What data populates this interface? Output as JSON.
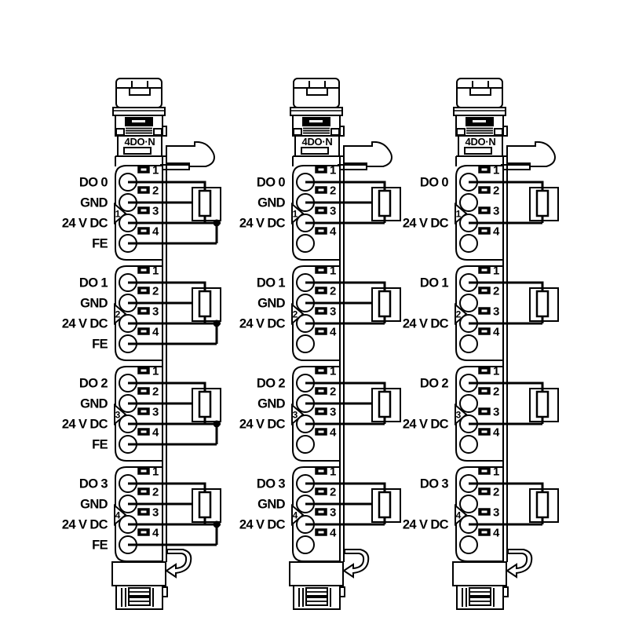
{
  "colors": {
    "line": "#000000",
    "background": "#ffffff",
    "led_fill": "#000000"
  },
  "modules": [
    {
      "device_label": "4DO·N",
      "wiring": {
        "load_terminals": [
          "1",
          "3"
        ],
        "gnd_stub_terminal": "2",
        "fe_branch_terminal": "4"
      },
      "groups": [
        {
          "marker": "1",
          "terminals": [
            {
              "number": "1",
              "label": "DO 0"
            },
            {
              "number": "2",
              "label": "GND"
            },
            {
              "number": "3",
              "label": "24 V DC"
            },
            {
              "number": "4",
              "label": "FE"
            }
          ]
        },
        {
          "marker": "2",
          "terminals": [
            {
              "number": "1",
              "label": "DO 1"
            },
            {
              "number": "2",
              "label": "GND"
            },
            {
              "number": "3",
              "label": "24 V DC"
            },
            {
              "number": "4",
              "label": "FE"
            }
          ]
        },
        {
          "marker": "3",
          "terminals": [
            {
              "number": "1",
              "label": "DO 2"
            },
            {
              "number": "2",
              "label": "GND"
            },
            {
              "number": "3",
              "label": "24 V DC"
            },
            {
              "number": "4",
              "label": "FE"
            }
          ]
        },
        {
          "marker": "4",
          "terminals": [
            {
              "number": "1",
              "label": "DO 3"
            },
            {
              "number": "2",
              "label": "GND"
            },
            {
              "number": "3",
              "label": "24 V DC"
            },
            {
              "number": "4",
              "label": "FE"
            }
          ]
        }
      ]
    },
    {
      "device_label": "4DO·N",
      "wiring": {
        "load_terminals": [
          "1",
          "3"
        ],
        "gnd_stub_terminal": "2",
        "fe_branch_terminal": null
      },
      "groups": [
        {
          "marker": "1",
          "terminals": [
            {
              "number": "1",
              "label": "DO 0"
            },
            {
              "number": "2",
              "label": "GND"
            },
            {
              "number": "3",
              "label": "24 V DC"
            },
            {
              "number": "4",
              "label": ""
            }
          ]
        },
        {
          "marker": "2",
          "terminals": [
            {
              "number": "1",
              "label": "DO 1"
            },
            {
              "number": "2",
              "label": "GND"
            },
            {
              "number": "3",
              "label": "24 V DC"
            },
            {
              "number": "4",
              "label": ""
            }
          ]
        },
        {
          "marker": "3",
          "terminals": [
            {
              "number": "1",
              "label": "DO 2"
            },
            {
              "number": "2",
              "label": "GND"
            },
            {
              "number": "3",
              "label": "24 V DC"
            },
            {
              "number": "4",
              "label": ""
            }
          ]
        },
        {
          "marker": "4",
          "terminals": [
            {
              "number": "1",
              "label": "DO 3"
            },
            {
              "number": "2",
              "label": "GND"
            },
            {
              "number": "3",
              "label": "24 V DC"
            },
            {
              "number": "4",
              "label": ""
            }
          ]
        }
      ]
    },
    {
      "device_label": "4DO·N",
      "wiring": {
        "load_terminals": [
          "1",
          "3"
        ],
        "gnd_stub_terminal": null,
        "fe_branch_terminal": null
      },
      "groups": [
        {
          "marker": "1",
          "terminals": [
            {
              "number": "1",
              "label": "DO 0"
            },
            {
              "number": "2",
              "label": ""
            },
            {
              "number": "3",
              "label": "24 V DC"
            },
            {
              "number": "4",
              "label": ""
            }
          ]
        },
        {
          "marker": "2",
          "terminals": [
            {
              "number": "1",
              "label": "DO 1"
            },
            {
              "number": "2",
              "label": ""
            },
            {
              "number": "3",
              "label": "24 V DC"
            },
            {
              "number": "4",
              "label": ""
            }
          ]
        },
        {
          "marker": "3",
          "terminals": [
            {
              "number": "1",
              "label": "DO 2"
            },
            {
              "number": "2",
              "label": ""
            },
            {
              "number": "3",
              "label": "24 V DC"
            },
            {
              "number": "4",
              "label": ""
            }
          ]
        },
        {
          "marker": "4",
          "terminals": [
            {
              "number": "1",
              "label": "DO 3"
            },
            {
              "number": "2",
              "label": ""
            },
            {
              "number": "3",
              "label": "24 V DC"
            },
            {
              "number": "4",
              "label": ""
            }
          ]
        }
      ]
    }
  ]
}
